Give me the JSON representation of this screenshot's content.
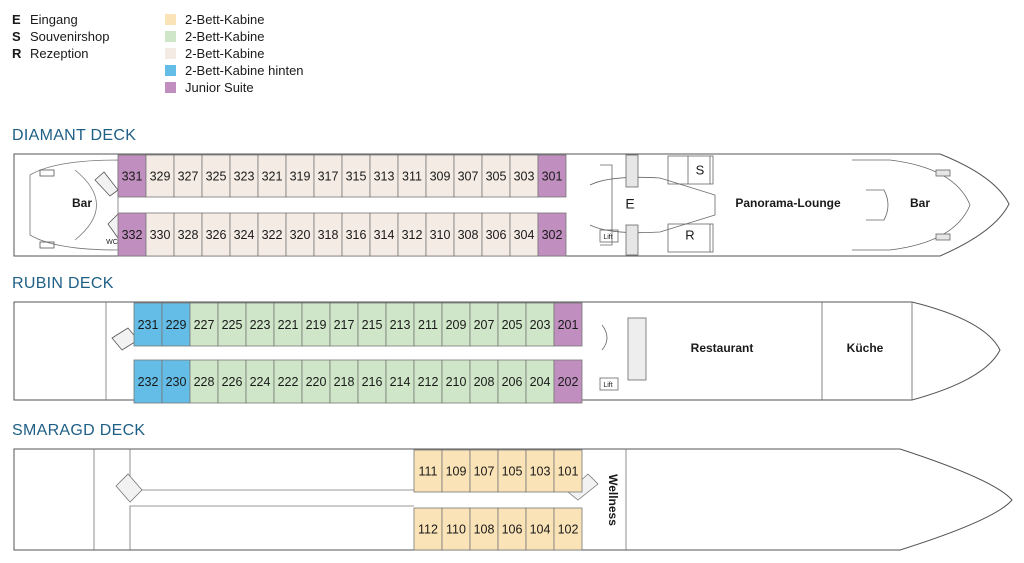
{
  "legend": {
    "abbreviations": [
      {
        "key": "E",
        "label": "Eingang"
      },
      {
        "key": "S",
        "label": "Souvenirshop"
      },
      {
        "key": "R",
        "label": "Rezeption"
      }
    ],
    "categories": [
      {
        "label": "2-Bett-Kabine",
        "color": "#fbe3b8"
      },
      {
        "label": "2-Bett-Kabine",
        "color": "#cfe6c8"
      },
      {
        "label": "2-Bett-Kabine",
        "color": "#f4ece4"
      },
      {
        "label": "2-Bett-Kabine hinten",
        "color": "#63bde6"
      },
      {
        "label": "Junior Suite",
        "color": "#c08ebf"
      }
    ]
  },
  "decks": {
    "diamant": {
      "title": "DIAMANT DECK",
      "top_cabins": [
        "331",
        "329",
        "327",
        "325",
        "323",
        "321",
        "319",
        "317",
        "315",
        "313",
        "311",
        "309",
        "307",
        "305",
        "303",
        "301"
      ],
      "bottom_cabins": [
        "332",
        "330",
        "328",
        "326",
        "324",
        "322",
        "320",
        "318",
        "316",
        "314",
        "312",
        "310",
        "308",
        "306",
        "304",
        "302"
      ],
      "bar_aft": "Bar",
      "wc": "WC",
      "entrance": "E",
      "shop": "S",
      "reception": "R",
      "lift": "Lift",
      "lounge": "Panorama-Lounge",
      "bar_fwd": "Bar"
    },
    "rubin": {
      "title": "RUBIN DECK",
      "top_cabins": [
        "231",
        "229",
        "227",
        "225",
        "223",
        "221",
        "219",
        "217",
        "215",
        "213",
        "211",
        "209",
        "207",
        "205",
        "203",
        "201"
      ],
      "bottom_cabins": [
        "232",
        "230",
        "228",
        "226",
        "224",
        "222",
        "220",
        "218",
        "216",
        "214",
        "212",
        "210",
        "208",
        "206",
        "204",
        "202"
      ],
      "lift": "Lift",
      "restaurant": "Restaurant",
      "kitchen": "Küche"
    },
    "smaragd": {
      "title": "SMARAGD DECK",
      "top_cabins": [
        "111",
        "109",
        "107",
        "105",
        "103",
        "101"
      ],
      "bottom_cabins": [
        "112",
        "110",
        "108",
        "106",
        "104",
        "102"
      ],
      "wellness": "Wellness"
    }
  }
}
